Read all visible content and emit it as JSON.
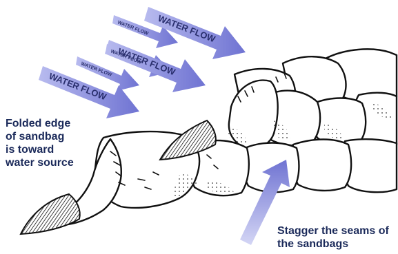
{
  "diagram": {
    "arrow_big_label": "WATER FLOW",
    "arrow_small_label": "WATER FLOW",
    "left_caption": "Folded edge\nof sandbag\nis toward\nwater source",
    "right_caption": "Stagger the seams of\nthe sandbags",
    "colors": {
      "arrow_fill": "#6f73d2",
      "arrow_fill_light": "#a6a9e6",
      "caption_text": "#1b2a5a",
      "outline": "#111111"
    }
  }
}
